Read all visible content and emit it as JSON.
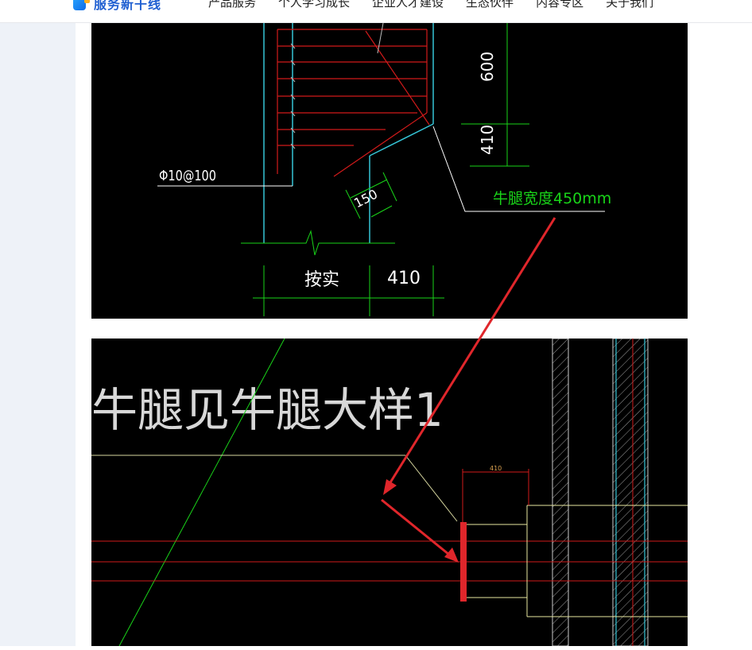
{
  "header": {
    "logo_text": "服务新干线",
    "nav": [
      "产品服务",
      "个人学习成长",
      "企业人才建设",
      "生态伙伴",
      "内容专区",
      "关于我们"
    ]
  },
  "drawing_top": {
    "rebar_label": "Φ10@100",
    "dim_150": "150",
    "dim_600": "600",
    "dim_410_right": "410",
    "corbel_width_note": "牛腿宽度450mm",
    "dim_as_built": "按实",
    "dim_410_bottom": "410"
  },
  "drawing_bottom": {
    "title_note": "牛腿见牛腿大样1",
    "dim_410": "410"
  },
  "colors": {
    "cad_background": "#000000",
    "annotation_arrow": "#e0262b",
    "dimension_green": "#19d419",
    "rebar_red": "#d11a1a",
    "outline_cyan": "#35c4d6"
  }
}
